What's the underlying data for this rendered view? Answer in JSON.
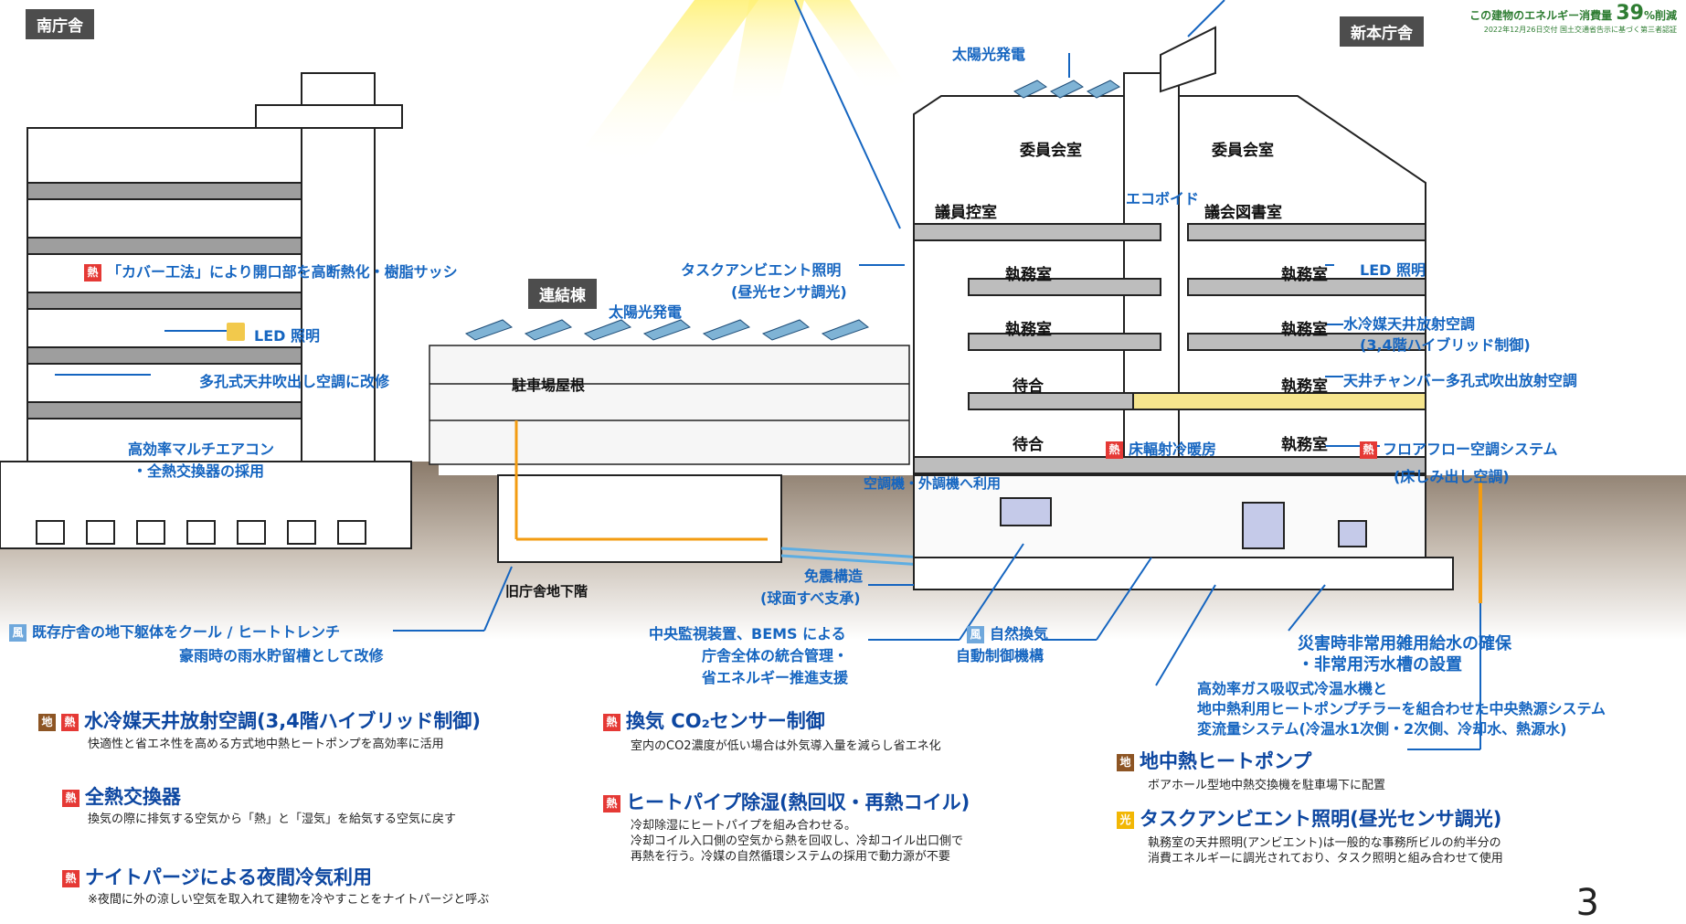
{
  "header": {
    "south_building": "南庁舎",
    "new_building": "新本庁舎",
    "connecting_building": "連結棟",
    "energy_note_prefix": "この建物のエネルギー消費量",
    "energy_percent": "39",
    "energy_note_suffix": "%削減",
    "certification": "2022年12月26日交付 国土交通省告示に基づく第三者認証"
  },
  "rooms": {
    "committee_room_1": "委員会室",
    "committee_room_2": "委員会室",
    "member_waiting": "議員控室",
    "council_library": "議会図書室",
    "office_1": "執務室",
    "office_2": "執務室",
    "office_3": "執務室",
    "office_4": "執務室",
    "office_5": "執務室",
    "office_6": "執務室",
    "waiting_1": "待合",
    "waiting_2": "待合",
    "parking": "駐車場屋根",
    "old_basement": "旧庁舎地下階"
  },
  "labels": {
    "solar_1": "太陽光発電",
    "solar_2": "太陽光発電",
    "eco_void": "エコボイド",
    "task_ambient_1": "タスクアンビエント照明",
    "task_ambient_2": "(昼光センサ調光)",
    "led_right": "LED 照明",
    "water_panel_1": "水冷媒天井放射空調",
    "water_panel_2": "(3,4階ハイブリッド制御)",
    "ceiling_chamber": "天井チャンバー多孔式吹出放射空調",
    "floor_cooling": "床輻射冷暖房",
    "floor_flow": "フロアフロー空調システム",
    "floor_flow_2": "(床しみ出し空調)",
    "outdoor_unit": "空調機・外調機へ利用",
    "cover_method": "「カバー工法」により開口部を高断熱化・樹脂サッシ",
    "led_left": "LED 照明",
    "porous_ceiling": "多孔式天井吹出し空調に改修",
    "multi_aircon_1": "高効率マルチエアコン",
    "multi_aircon_2": "・全熱交換器の採用",
    "base_isolation_1": "免震構造",
    "base_isolation_2": "(球面すべ支承)",
    "cool_trench_1": "既存庁舎の地下躯体をクール / ヒートトレンチ",
    "cool_trench_2": "豪雨時の雨水貯留槽として改修",
    "bems_1": "中央監視装置、BEMS による",
    "bems_2": "庁舎全体の統合管理・",
    "bems_3": "省エネルギー推進支援",
    "natural_vent_1": "自然換気",
    "natural_vent_2": "自動制御機構",
    "emergency_1": "災害時非常用雑用給水の確保",
    "emergency_2": "・非常用汚水槽の設置",
    "central_heat_1": "高効率ガス吸収式冷温水機と",
    "central_heat_2": "地中熱利用ヒートポンプチラーを組合わせた中央熱源システム",
    "central_heat_3": "変流量システム(冷温水1次側・2次側、冷却水、熱源水)"
  },
  "badges": {
    "heat": "熱",
    "earth": "地",
    "light": "光",
    "wind": "風"
  },
  "legend": {
    "item1_title": "水冷媒天井放射空調(3,4階ハイブリッド制御)",
    "item1_desc": "快適性と省エネ性を高める方式地中熱ヒートポンプを高効率に活用",
    "item2_title": "全熱交換器",
    "item2_desc": "換気の際に排気する空気から「熱」と「湿気」を給気する空気に戻す",
    "item3_title": "ナイトパージによる夜間冷気利用",
    "item3_desc": "※夜間に外の涼しい空気を取入れて建物を冷やすことをナイトパージと呼ぶ",
    "item4_title": "換気 CO₂センサー制御",
    "item4_desc": "室内のCO2濃度が低い場合は外気導入量を減らし省エネ化",
    "item5_title": "ヒートパイプ除湿(熱回収・再熱コイル)",
    "item5_desc": "冷却除湿にヒートパイプを組み合わせる。\n冷却コイル入口側の空気から熱を回収し、冷却コイル出口側で\n再熱を行う。冷媒の自然循環システムの採用で動力源が不要",
    "item6_title": "地中熱ヒートポンプ",
    "item6_desc": "ボアホール型地中熱交換機を駐車場下に配置",
    "item7_title": "タスクアンビエント照明(昼光センサ調光)",
    "item7_desc": "執務室の天井照明(アンビエント)は一般的な事務所ビルの約半分の\n消費エネルギーに調光されており、タスク照明と組み合わせて使用"
  },
  "page_number": "3",
  "colors": {
    "accent_blue": "#1565c0",
    "heat_red": "#e53935",
    "earth_brown": "#8d5524",
    "light_yellow": "#f2b705",
    "wind_blue": "#6fa8dc",
    "eco_green": "#2e7d32"
  }
}
